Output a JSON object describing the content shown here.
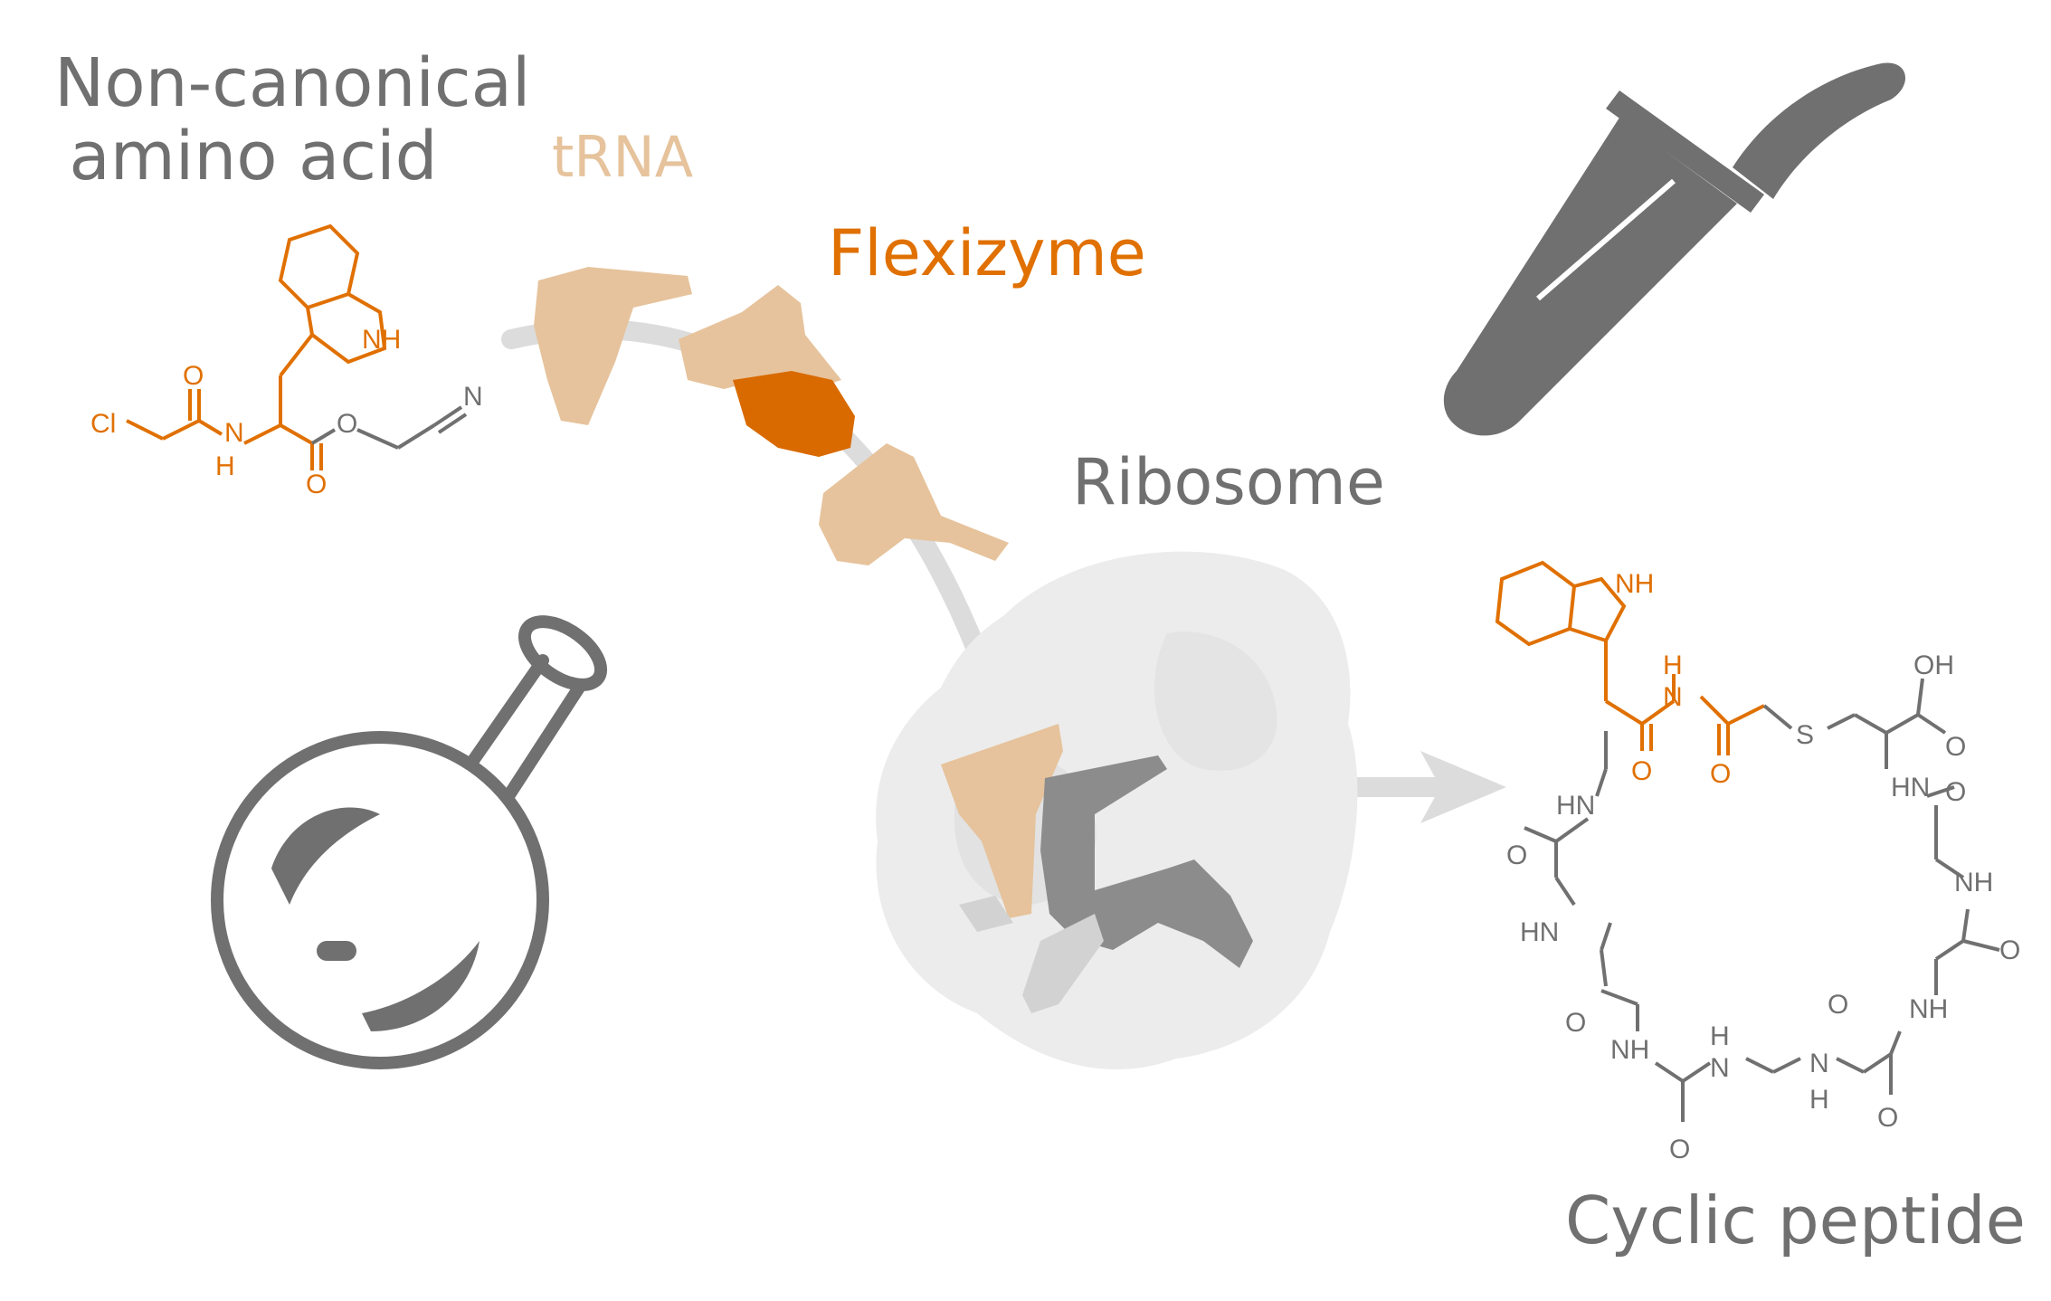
{
  "labels": {
    "ncaa_line1": "Non-canonical",
    "ncaa_line2": "amino acid",
    "trna": "tRNA",
    "flexizyme": "Flexizyme",
    "ribosome": "Ribosome",
    "cyclic_peptide": "Cyclic peptide"
  },
  "molecule_atoms": {
    "nh": "NH",
    "cl": "Cl",
    "o": "O",
    "n": "N",
    "h": "H",
    "hn": "HN",
    "s": "S",
    "oh": "OH"
  },
  "colors": {
    "gray": "#707070",
    "light_gray": "#d6d6d6",
    "orange": "#e07000",
    "tan": "#e6c39c",
    "dark_orange": "#d96a00",
    "ribosome_gray": "#e8e8e8",
    "trna_gray": "#8c8c8c"
  },
  "icons": {
    "flask": "round-bottom-flask-icon",
    "tube": "microcentrifuge-tube-icon"
  }
}
